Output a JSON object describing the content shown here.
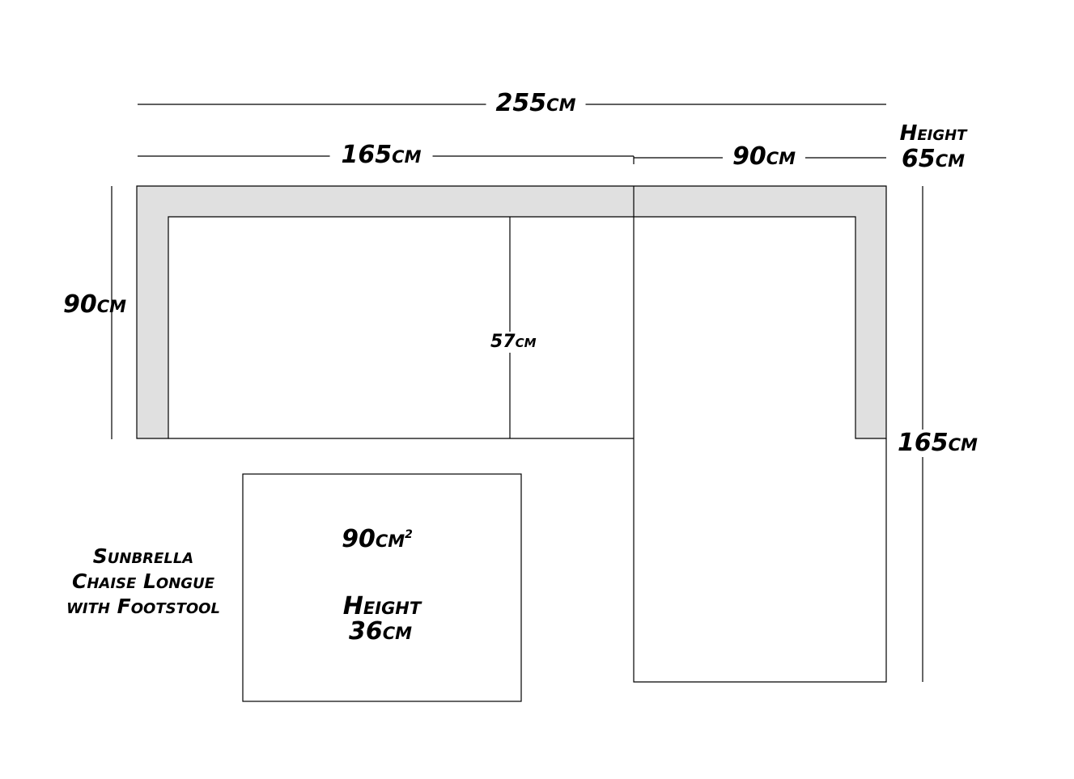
{
  "dimensions": {
    "total_width": "255cm",
    "sofa_length": "165cm",
    "chaise_width": "90cm",
    "height_label": "Height",
    "height_value": "65cm",
    "sofa_depth": "90cm",
    "seat_depth": "57cm",
    "chaise_length": "165cm"
  },
  "footstool": {
    "size": "90cm",
    "size_sup": "2",
    "height_label": "Height",
    "height_value": "36cm"
  },
  "title": {
    "line1": "Sunbrella",
    "line2": "Chaise Longue",
    "line3": "with Footstool"
  },
  "colors": {
    "arm_fill": "#e0e0e0",
    "line": "#000000"
  }
}
